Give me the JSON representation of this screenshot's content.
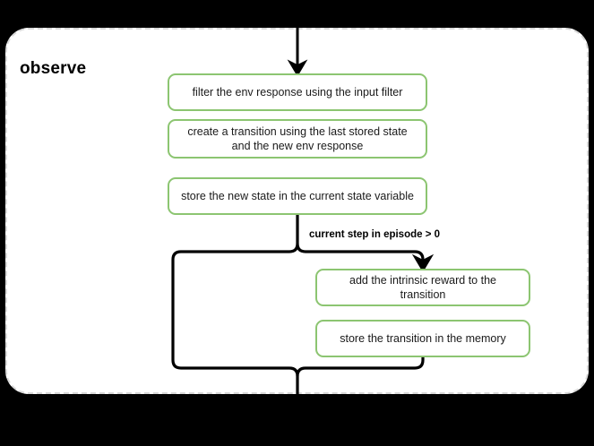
{
  "diagram": {
    "background_color": "#000000",
    "container_color": "#ffffff",
    "node_border_color": "#8cc571",
    "wire_color": "#000000",
    "dashed_border_color": "#d9d9d9",
    "title": "observe",
    "nodes": [
      {
        "id": "filter-env-response",
        "label": "filter the env response using the input filter"
      },
      {
        "id": "create-transition",
        "label": "create a transition using the last stored state and the new env response"
      },
      {
        "id": "store-new-state",
        "label": "store the new state in the current state variable"
      },
      {
        "id": "add-intrinsic-reward",
        "label": "add the intrinsic reward to the transition"
      },
      {
        "id": "store-transition-memory",
        "label": "store the transition in the memory"
      }
    ],
    "edge_labels": [
      {
        "id": "condition",
        "text": "current step in episode > 0"
      }
    ]
  }
}
